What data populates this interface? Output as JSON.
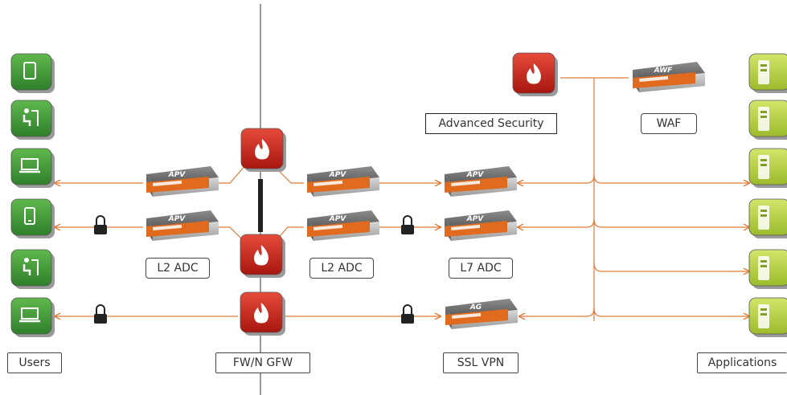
{
  "labels": {
    "users": "Users",
    "fw_gfw": "FW/N GFW",
    "ssl_vpn": "SSL VPN",
    "applications": "Applications",
    "l2_adc_left": "L2 ADC",
    "l2_adc_right": "L2 ADC",
    "l7_adc": "L7 ADC",
    "advanced_security": "Advanced Security",
    "waf": "WAF"
  },
  "devices": {
    "apv": "APV",
    "ag": "AG",
    "awf": "AWF"
  },
  "user_icons": [
    "tablet-icon",
    "user-at-desk-icon",
    "laptop-icon",
    "smartphone-icon",
    "user-at-desk-icon",
    "laptop-icon"
  ],
  "colors": {
    "link": "#e07a38",
    "user_tile": "#3f9a36",
    "app_tile": "#b6cf3c",
    "firewall": "#c8281c",
    "device_accent": "#e06a1e",
    "divider": "#333333",
    "lock": "#222222"
  }
}
